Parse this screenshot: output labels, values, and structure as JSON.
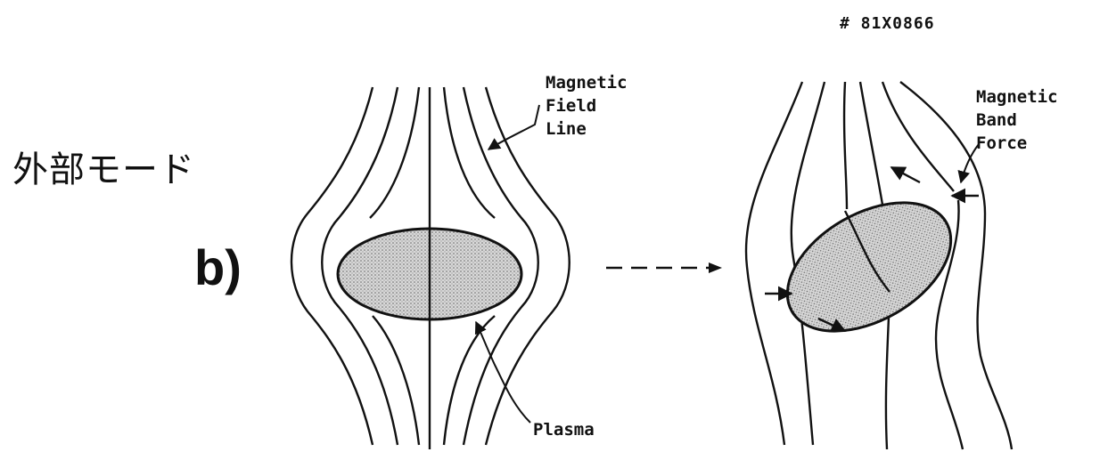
{
  "title_jp": "外部モード",
  "panel_label": "b)",
  "figure_id": "# 81X0866",
  "labels": {
    "magnetic_field_line": [
      "Magnetic",
      "Field",
      "Line"
    ],
    "plasma": "Plasma",
    "magnetic_band_force": [
      "Magnetic",
      "Band",
      "Force"
    ]
  },
  "colors": {
    "ink": "#111111",
    "plasma_fill": "#cfcfcf"
  }
}
